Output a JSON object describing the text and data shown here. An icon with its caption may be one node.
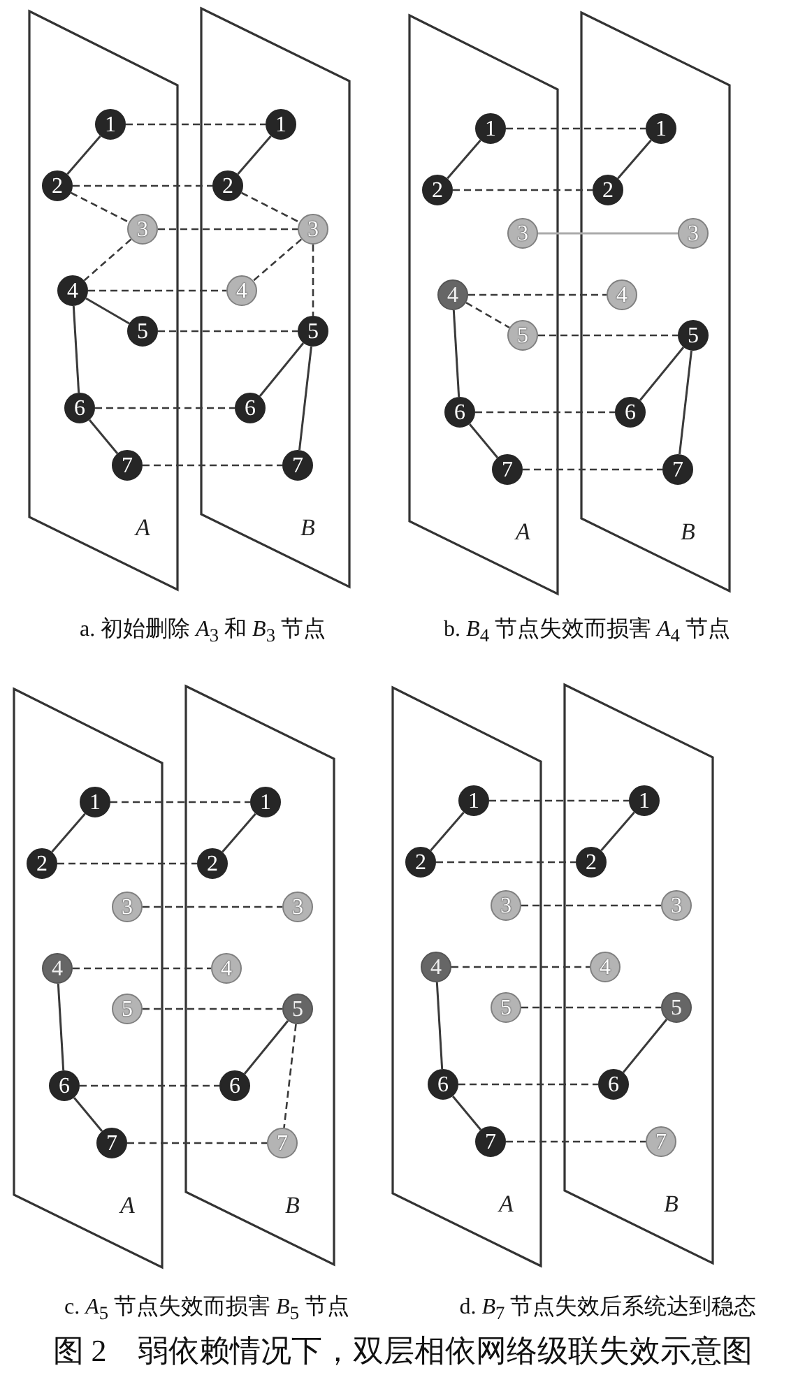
{
  "diagram": {
    "title": "图 2　弱依赖情况下，双层相依网络级联失效示意图",
    "nodes": [
      {
        "text": [
          "A"
        ]
      },
      {
        "text": [
          "1"
        ],
        "in": 0
      },
      {
        "text": [
          "2"
        ],
        "in": 0
      },
      {
        "text": [
          "3"
        ],
        "in": 0
      },
      {
        "text": [
          "4"
        ],
        "in": 0
      },
      {
        "text": [
          "5"
        ],
        "in": 0
      },
      {
        "text": [
          "6"
        ],
        "in": 0
      },
      {
        "text": [
          "7"
        ],
        "in": 0
      },
      {
        "text": [
          "B"
        ]
      },
      {
        "text": [
          "1"
        ],
        "in": 8
      },
      {
        "text": [
          "2"
        ],
        "in": 8
      },
      {
        "text": [
          "3"
        ],
        "in": 8
      },
      {
        "text": [
          "4"
        ],
        "in": 8
      },
      {
        "text": [
          "5"
        ],
        "in": 8
      },
      {
        "text": [
          "6"
        ],
        "in": 8
      },
      {
        "text": [
          "7"
        ],
        "in": 8
      },
      {
        "text": [
          "A"
        ]
      },
      {
        "text": [
          "1"
        ],
        "in": 16
      },
      {
        "text": [
          "2"
        ],
        "in": 16
      },
      {
        "text": [
          "3"
        ],
        "in": 16
      },
      {
        "text": [
          "4"
        ],
        "in": 16
      },
      {
        "text": [
          "5"
        ],
        "in": 16
      },
      {
        "text": [
          "6"
        ],
        "in": 16
      },
      {
        "text": [
          "7"
        ],
        "in": 16
      },
      {
        "text": [
          "B"
        ]
      },
      {
        "text": [
          "1"
        ],
        "in": 24
      },
      {
        "text": [
          "2"
        ],
        "in": 24
      },
      {
        "text": [
          "3"
        ],
        "in": 24
      },
      {
        "text": [
          "4"
        ],
        "in": 24
      },
      {
        "text": [
          "5"
        ],
        "in": 24
      },
      {
        "text": [
          "6"
        ],
        "in": 24
      },
      {
        "text": [
          "7"
        ],
        "in": 24
      },
      {
        "text": [
          "A"
        ]
      },
      {
        "text": [
          "1"
        ],
        "in": 32
      },
      {
        "text": [
          "2"
        ],
        "in": 32
      },
      {
        "text": [
          "3"
        ],
        "in": 32
      },
      {
        "text": [
          "4"
        ],
        "in": 32
      },
      {
        "text": [
          "5"
        ],
        "in": 32
      },
      {
        "text": [
          "6"
        ],
        "in": 32
      },
      {
        "text": [
          "7"
        ],
        "in": 32
      },
      {
        "text": [
          "B"
        ]
      },
      {
        "text": [
          "1"
        ],
        "in": 40
      },
      {
        "text": [
          "2"
        ],
        "in": 40
      },
      {
        "text": [
          "3"
        ],
        "in": 40
      },
      {
        "text": [
          "4"
        ],
        "in": 40
      },
      {
        "text": [
          "5"
        ],
        "in": 40
      },
      {
        "text": [
          "6"
        ],
        "in": 40
      },
      {
        "text": [
          "7"
        ],
        "in": 40
      },
      {
        "text": [
          "A"
        ]
      },
      {
        "text": [
          "1"
        ],
        "in": 48
      },
      {
        "text": [
          "2"
        ],
        "in": 48
      },
      {
        "text": [
          "3"
        ],
        "in": 48
      },
      {
        "text": [
          "4"
        ],
        "in": 48
      },
      {
        "text": [
          "5"
        ],
        "in": 48
      },
      {
        "text": [
          "6"
        ],
        "in": 48
      },
      {
        "text": [
          "7"
        ],
        "in": 48
      },
      {
        "text": [
          "B"
        ]
      },
      {
        "text": [
          "1"
        ],
        "in": 56
      },
      {
        "text": [
          "2"
        ],
        "in": 56
      },
      {
        "text": [
          "3"
        ],
        "in": 56
      },
      {
        "text": [
          "4"
        ],
        "in": 56
      },
      {
        "text": [
          "5"
        ],
        "in": 56
      },
      {
        "text": [
          "6"
        ],
        "in": 56
      },
      {
        "text": [
          "7"
        ],
        "in": 56
      }
    ],
    "edges": [
      {
        "from": 1,
        "to": 9,
        "arrow": "none",
        "style": "dashed"
      },
      {
        "from": 2,
        "to": 10,
        "arrow": "none",
        "style": "dashed"
      },
      {
        "from": 3,
        "to": 11,
        "arrow": "none",
        "style": "dashed"
      },
      {
        "from": 4,
        "to": 12,
        "arrow": "none",
        "style": "dashed"
      },
      {
        "from": 5,
        "to": 13,
        "arrow": "none",
        "style": "dashed"
      },
      {
        "from": 6,
        "to": 14,
        "arrow": "none",
        "style": "dashed"
      },
      {
        "from": 7,
        "to": 15,
        "arrow": "none",
        "style": "dashed"
      },
      {
        "from": 1,
        "to": 2,
        "arrow": "none"
      },
      {
        "from": 2,
        "to": 3,
        "arrow": "none",
        "style": "dashed"
      },
      {
        "from": 3,
        "to": 4,
        "arrow": "none",
        "style": "dashed"
      },
      {
        "from": 4,
        "to": 5,
        "arrow": "none"
      },
      {
        "from": 4,
        "to": 6,
        "arrow": "none"
      },
      {
        "from": 6,
        "to": 7,
        "arrow": "none"
      },
      {
        "from": 9,
        "to": 10,
        "arrow": "none"
      },
      {
        "from": 10,
        "to": 11,
        "arrow": "none",
        "style": "dashed"
      },
      {
        "from": 11,
        "to": 12,
        "arrow": "none",
        "style": "dashed"
      },
      {
        "from": 11,
        "to": 13,
        "arrow": "none",
        "style": "dashed"
      },
      {
        "from": 13,
        "to": 14,
        "arrow": "none"
      },
      {
        "from": 13,
        "to": 15,
        "arrow": "none"
      },
      {
        "from": 17,
        "to": 25,
        "arrow": "none",
        "style": "dashed"
      },
      {
        "from": 18,
        "to": 26,
        "arrow": "none",
        "style": "dashed"
      },
      {
        "from": 19,
        "to": 27,
        "arrow": "none",
        "color": "#aaaaaa"
      },
      {
        "from": 20,
        "to": 28,
        "arrow": "none",
        "style": "dashed"
      },
      {
        "from": 21,
        "to": 29,
        "arrow": "none",
        "style": "dashed"
      },
      {
        "from": 22,
        "to": 30,
        "arrow": "none",
        "style": "dashed"
      },
      {
        "from": 23,
        "to": 31,
        "arrow": "none",
        "style": "dashed"
      },
      {
        "from": 17,
        "to": 18,
        "arrow": "none"
      },
      {
        "from": 20,
        "to": 21,
        "arrow": "none",
        "style": "dashed"
      },
      {
        "from": 20,
        "to": 22,
        "arrow": "none"
      },
      {
        "from": 22,
        "to": 23,
        "arrow": "none"
      },
      {
        "from": 25,
        "to": 26,
        "arrow": "none"
      },
      {
        "from": 29,
        "to": 30,
        "arrow": "none"
      },
      {
        "from": 29,
        "to": 31,
        "arrow": "none"
      },
      {
        "from": 33,
        "to": 41,
        "arrow": "none",
        "style": "dashed"
      },
      {
        "from": 34,
        "to": 42,
        "arrow": "none",
        "style": "dashed"
      },
      {
        "from": 35,
        "to": 43,
        "arrow": "none",
        "style": "dashed"
      },
      {
        "from": 36,
        "to": 44,
        "arrow": "none",
        "style": "dashed"
      },
      {
        "from": 37,
        "to": 45,
        "arrow": "none",
        "style": "dashed"
      },
      {
        "from": 38,
        "to": 46,
        "arrow": "none",
        "style": "dashed"
      },
      {
        "from": 39,
        "to": 47,
        "arrow": "none",
        "style": "dashed"
      },
      {
        "from": 33,
        "to": 34,
        "arrow": "none"
      },
      {
        "from": 36,
        "to": 38,
        "arrow": "none"
      },
      {
        "from": 38,
        "to": 39,
        "arrow": "none"
      },
      {
        "from": 41,
        "to": 42,
        "arrow": "none"
      },
      {
        "from": 45,
        "to": 46,
        "arrow": "none"
      },
      {
        "from": 45,
        "to": 47,
        "arrow": "none",
        "style": "dashed"
      },
      {
        "from": 49,
        "to": 57,
        "arrow": "none",
        "style": "dashed"
      },
      {
        "from": 50,
        "to": 58,
        "arrow": "none",
        "style": "dashed"
      },
      {
        "from": 51,
        "to": 59,
        "arrow": "none",
        "style": "dashed"
      },
      {
        "from": 52,
        "to": 60,
        "arrow": "none",
        "style": "dashed"
      },
      {
        "from": 53,
        "to": 61,
        "arrow": "none",
        "style": "dashed"
      },
      {
        "from": 54,
        "to": 62,
        "arrow": "none",
        "style": "dashed"
      },
      {
        "from": 55,
        "to": 63,
        "arrow": "none",
        "style": "dashed"
      },
      {
        "from": 49,
        "to": 50,
        "arrow": "none"
      },
      {
        "from": 52,
        "to": 54,
        "arrow": "none"
      },
      {
        "from": 54,
        "to": 55,
        "arrow": "none"
      },
      {
        "from": 57,
        "to": 58,
        "arrow": "none"
      },
      {
        "from": 61,
        "to": 62,
        "arrow": "none"
      }
    ],
    "labels": [
      "a. 初始删除 *A*$_{3}$ 和 *B*$_{3}$ 节点",
      "b. *B*$_{4}$ 节点失效而损害 *A*$_{4}$ 节点",
      "c. *A*$_{5}$ 节点失效而损害 *B*$_{5}$ 节点",
      "d. *B*$_{7}$ 节点失效后系统达到稳态"
    ]
  }
}
